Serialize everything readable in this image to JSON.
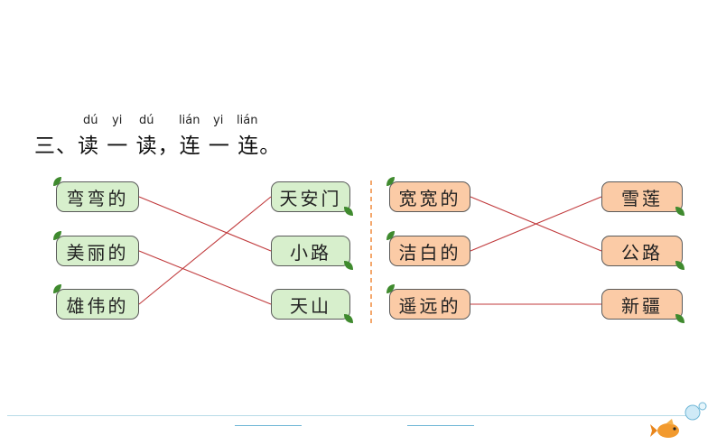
{
  "heading": {
    "text": "三、读 一 读，连 一 连。",
    "pinyin": [
      "dú",
      "yi",
      "dú",
      "lián",
      "yi",
      "lián"
    ]
  },
  "left_group": {
    "words": [
      "弯弯的",
      "美丽的",
      "雄伟的"
    ],
    "targets": [
      "天安门",
      "小路",
      "天山"
    ],
    "matches": [
      [
        0,
        1
      ],
      [
        1,
        2
      ],
      [
        2,
        0
      ]
    ],
    "color": "#d7efcc"
  },
  "right_group": {
    "words": [
      "宽宽的",
      "洁白的",
      "遥远的"
    ],
    "targets": [
      "雪莲",
      "公路",
      "新疆"
    ],
    "matches": [
      [
        0,
        1
      ],
      [
        1,
        0
      ],
      [
        2,
        2
      ]
    ],
    "color": "#fbcba6"
  },
  "colors": {
    "line": "#c0393b",
    "divider": "#f08a3c",
    "leaf": "#3f8a2e"
  }
}
